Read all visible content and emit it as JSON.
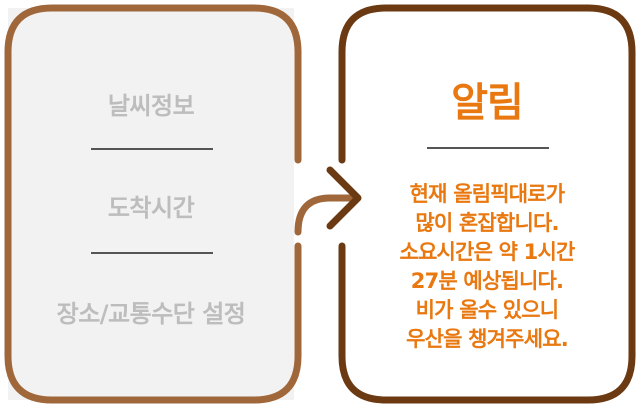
{
  "left": {
    "items": [
      "날씨정보",
      "도착시간",
      "장소/교통수단 설정"
    ]
  },
  "right": {
    "title": "알림",
    "message_lines": [
      "현재 올림픽대로가",
      "많이 혼잡합니다.",
      "소요시간은 약 1시간",
      "27분 예상됩니다.",
      "비가 올수 있으니",
      "우산을 챙겨주세요."
    ]
  },
  "colors": {
    "left_frame": "#a0673a",
    "right_frame": "#6b3a12",
    "accent_text": "#e8780f",
    "muted_text": "#bdbdbd",
    "divider": "#555555",
    "left_fill": "#f2f2f2"
  }
}
